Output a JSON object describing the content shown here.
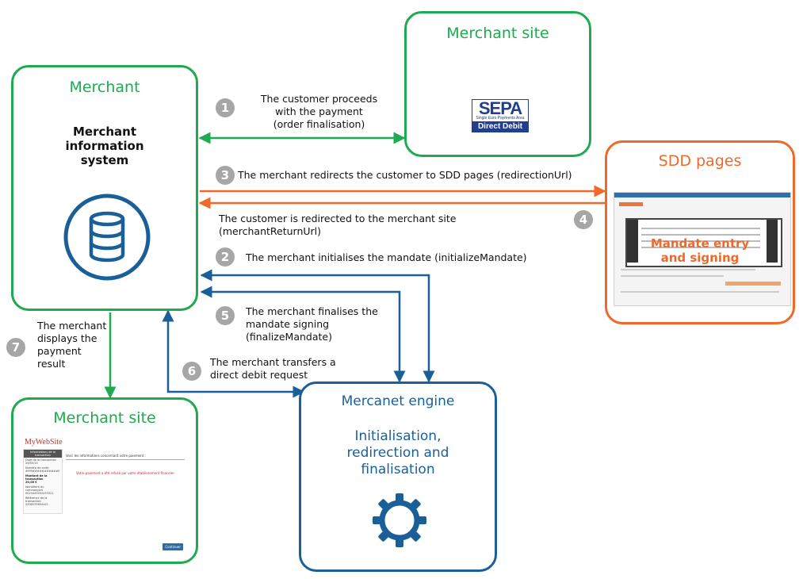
{
  "merchant": {
    "title": "Merchant",
    "subtitle": "Merchant\ninformation\nsystem"
  },
  "merchant_site_top": {
    "title": "Merchant site",
    "logo": {
      "main": "SEPA",
      "sub": "Single Euro Payments Area",
      "band": "Direct Debit"
    }
  },
  "sdd_pages": {
    "title": "SDD pages",
    "caption": "Mandate entry\nand signing"
  },
  "merchant_site_bottom": {
    "title": "Merchant site",
    "site_name": "MyWebSite",
    "sidebar_heading": "Informations de la transaction",
    "sidebar_items": [
      {
        "label": "Date de la transaction",
        "value": "29/05/15"
      },
      {
        "label": "Numéro de carte",
        "value": "4999###########0"
      },
      {
        "label": "Montant de la transaction",
        "value": "20,00 €"
      },
      {
        "label": "Identifiant du commerçant",
        "value": "0024445052453221"
      },
      {
        "label": "Référence de la transaction",
        "value": "2006535654441"
      }
    ],
    "main_heading": "Voici les informations concernant votre paiement :",
    "main_message": "Votre paiement a été refusé par votre établissement financier",
    "button": "Continuer"
  },
  "mercanet": {
    "title": "Mercanet engine",
    "subtitle": "Initialisation,\nredirection and\nfinalisation"
  },
  "steps": {
    "s1": {
      "num": "1",
      "text": "The customer proceeds\nwith the payment\n(order finalisation)"
    },
    "s2": {
      "num": "2",
      "text": "The merchant initialises the mandate (initializeMandate)"
    },
    "s3": {
      "num": "3",
      "text": "The merchant redirects the customer to SDD pages (redirectionUrl)"
    },
    "s4": {
      "num": "4",
      "text": "The customer is redirected to the merchant site\n(merchantReturnUrl)"
    },
    "s5": {
      "num": "5",
      "text": "The merchant finalises the\nmandate signing\n(finalizeMandate)"
    },
    "s6": {
      "num": "6",
      "text": "The merchant transfers a\ndirect debit request"
    },
    "s7": {
      "num": "7",
      "text": "The merchant\ndisplays the\npayment\nresult"
    }
  },
  "colors": {
    "green": "#1faa4f",
    "orange": "#f0692a",
    "blue": "#1b5f99",
    "step_badge": "#a6a6a6"
  }
}
